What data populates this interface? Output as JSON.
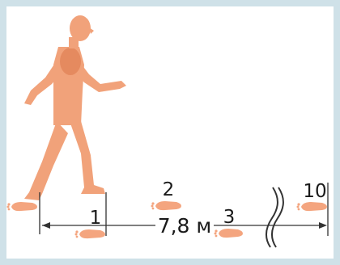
{
  "step_labels": {
    "s1": "1",
    "s2": "2",
    "s3": "3",
    "s10": "10"
  },
  "distance_label": "7,8 м",
  "colors": {
    "frame": "#cfe1e8",
    "person": "#f1a27a",
    "person_shade": "#e58a5f",
    "footprint": "#f4a57f",
    "line": "#333333"
  }
}
